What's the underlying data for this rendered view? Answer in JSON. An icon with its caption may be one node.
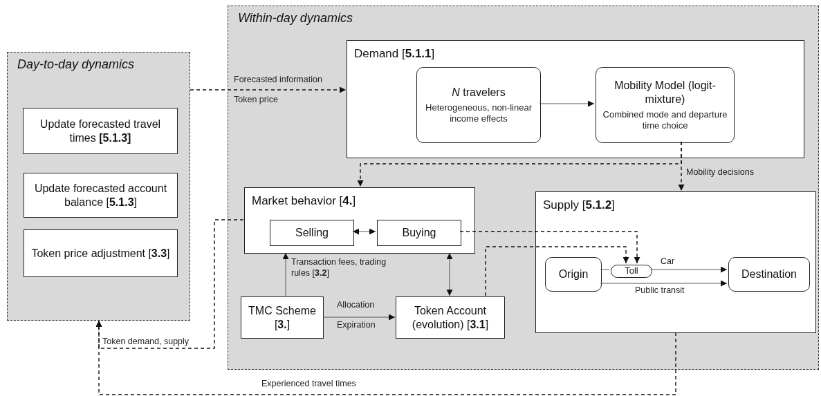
{
  "diagram": {
    "nodes": [
      {
        "text": [
          "Day-to-day dynamics"
        ]
      },
      {
        "text": [
          "Update forecasted travel times **[5.1.3]**"
        ],
        "in": 0
      },
      {
        "text": [
          "Update forecasted account balance [**5.1.3**]"
        ],
        "in": 0
      },
      {
        "text": [
          "Token price adjustment [**3.3**]"
        ],
        "in": 0
      },
      {
        "text": [
          "Within-day dynamics"
        ]
      },
      {
        "text": [
          "Demand [**5.1.1**]"
        ],
        "in": 4
      },
      {
        "text": [
          "*N* travelers",
          "Heterogeneous, non-linear income effects"
        ],
        "in": 5
      },
      {
        "text": [
          "Mobility Model (logit-mixture)",
          "Combined mode and departure time choice"
        ],
        "in": 5
      },
      {
        "text": [
          "Market behavior [**4.**]"
        ],
        "in": 4
      },
      {
        "text": [
          "Selling"
        ],
        "in": 8
      },
      {
        "text": [
          "Buying"
        ],
        "in": 8
      },
      {
        "text": [
          "TMC Scheme [**3.**]"
        ],
        "in": 4
      },
      {
        "text": [
          "Token Account (evolution) [**3.1**]"
        ],
        "in": 4
      },
      {
        "text": [
          "Supply [**5.1.2**]"
        ],
        "in": 4
      },
      {
        "text": [
          "Origin"
        ],
        "in": 13
      },
      {
        "text": [
          "Toll"
        ],
        "in": 13
      },
      {
        "text": [
          "Destination"
        ],
        "in": 13
      }
    ],
    "edges": [
      {
        "from": 0,
        "to": 5,
        "arrow": "to",
        "style": "dashed",
        "label": "Forecasted information"
      },
      {
        "from": 6,
        "to": 7,
        "arrow": "to"
      },
      {
        "from": 7,
        "to": 8,
        "arrow": "to",
        "style": "dashed"
      },
      {
        "from": 7,
        "to": 13,
        "arrow": "to",
        "style": "dashed",
        "label": "Mobility decisions"
      },
      {
        "from": 9,
        "to": 10,
        "arrow": "both"
      },
      {
        "from": 10,
        "to": 15,
        "arrow": "to",
        "style": "dashed"
      },
      {
        "from": 12,
        "to": 15,
        "arrow": "to",
        "style": "dashed"
      },
      {
        "from": 11,
        "to": 8,
        "arrow": "to",
        "label": "Transaction fees, trading rules [**3.2**]"
      },
      {
        "from": 11,
        "to": 12,
        "arrow": "to",
        "label": "Allocation"
      },
      {
        "from": 8,
        "to": 12,
        "arrow": "both"
      },
      {
        "from": 8,
        "to": 0,
        "arrow": "to",
        "style": "dashed",
        "label": "Token demand, supply"
      },
      {
        "from": 13,
        "to": 0,
        "arrow": "to",
        "style": "dashed",
        "label": "Experienced travel times"
      },
      {
        "from": 14,
        "to": 15,
        "arrow": "none"
      },
      {
        "from": 15,
        "to": 16,
        "arrow": "to",
        "label": "Car"
      },
      {
        "from": 14,
        "to": 16,
        "arrow": "to",
        "label": "Public transit"
      }
    ],
    "labels": [
      "Token price",
      "Expiration"
    ]
  }
}
